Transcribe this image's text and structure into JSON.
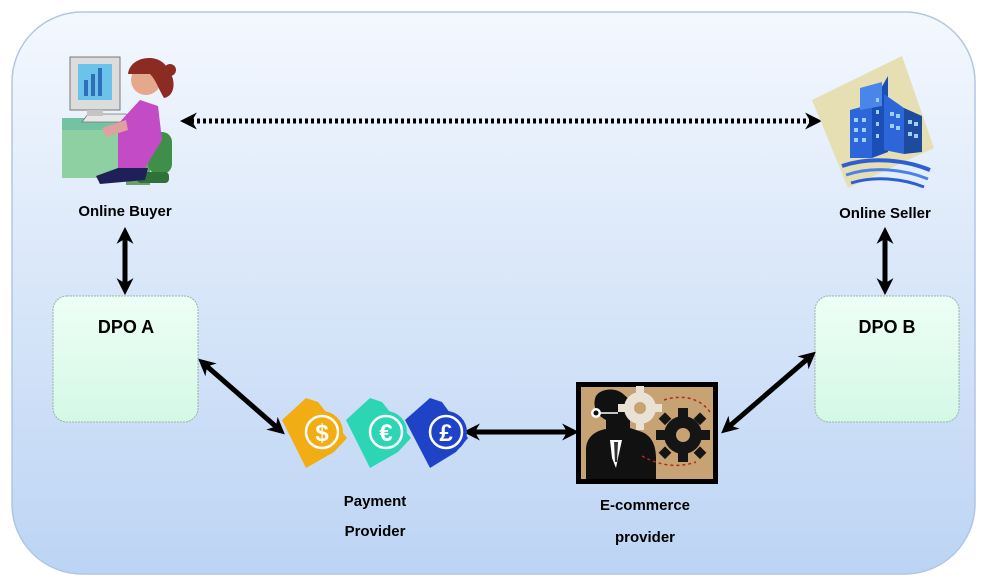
{
  "diagram": {
    "nodes": {
      "buyer": {
        "label": "Online Buyer"
      },
      "seller": {
        "label": "Online Seller"
      },
      "dpo_a": {
        "label": "DPO A"
      },
      "dpo_b": {
        "label": "DPO B"
      },
      "payment": {
        "label_line1": "Payment",
        "label_line2": "Provider"
      },
      "ecommerce": {
        "label_line1": "E-commerce",
        "label_line2": "provider"
      }
    },
    "currency_symbols": [
      "$",
      "€",
      "£"
    ],
    "colors": {
      "panel_top": "#f4f8fe",
      "panel_bottom": "#bcd4f4",
      "dpo_box_top": "#eefff6",
      "dpo_box_bottom": "#d8fbe8",
      "dollar_coin": "#f2ac14",
      "euro_coin": "#2cd6b5",
      "pound_coin": "#1f43c7",
      "ecommerce_bg": "#c7a273"
    }
  }
}
